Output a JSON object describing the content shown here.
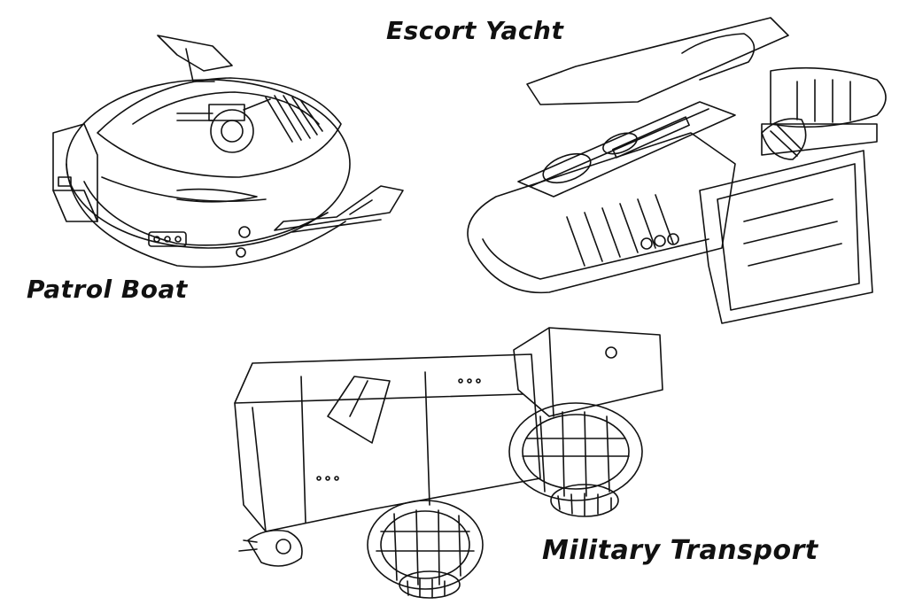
{
  "labels": {
    "escort_yacht": "Escort Yacht",
    "patrol_boat": "Patrol Boat",
    "military_transport": "Military Transport"
  },
  "colors": {
    "ink": "#111111",
    "paper": "#ffffff"
  }
}
